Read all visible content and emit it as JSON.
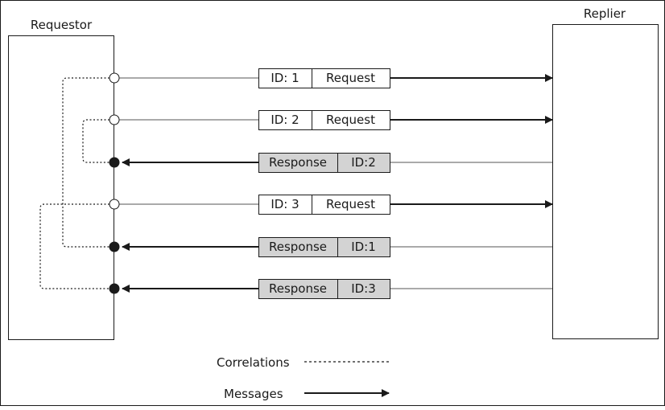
{
  "requestor": {
    "label": "Requestor"
  },
  "replier": {
    "label": "Replier"
  },
  "messages": [
    {
      "kind": "request",
      "id_text": "ID: 1",
      "type_text": "Request"
    },
    {
      "kind": "request",
      "id_text": "ID: 2",
      "type_text": "Request"
    },
    {
      "kind": "response",
      "id_text": "ID:2",
      "type_text": "Response"
    },
    {
      "kind": "request",
      "id_text": "ID: 3",
      "type_text": "Request"
    },
    {
      "kind": "response",
      "id_text": "ID:1",
      "type_text": "Response"
    },
    {
      "kind": "response",
      "id_text": "ID:3",
      "type_text": "Response"
    }
  ],
  "correlations": [
    {
      "from_message": 1,
      "to_message": 5
    },
    {
      "from_message": 2,
      "to_message": 3
    },
    {
      "from_message": 4,
      "to_message": 6
    }
  ],
  "legend": {
    "correlations_label": "Correlations",
    "messages_label": "Messages"
  },
  "colors": {
    "response_fill": "#d3d3d3",
    "request_fill": "#ffffff",
    "line": "#1a1a1a"
  }
}
